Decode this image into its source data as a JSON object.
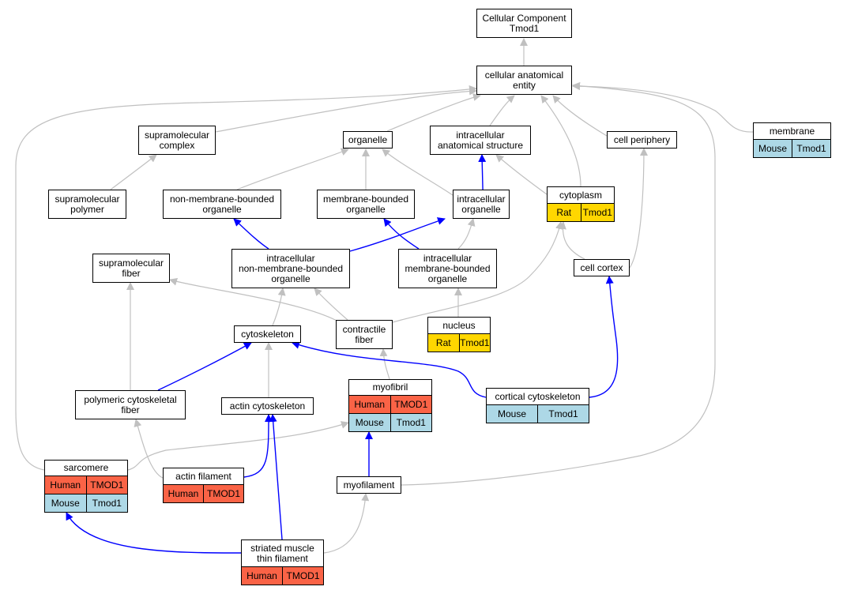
{
  "colors": {
    "is_a_edge": "#c0c0c0",
    "part_of_edge": "#0000ff",
    "Human": "#fa6346",
    "Mouse": "#add8e6",
    "Rat": "#ffd700"
  },
  "nodes": {
    "cellular_component": {
      "label": "Cellular Component\nTmod1"
    },
    "cellular_anatomical_entity": {
      "label": "cellular anatomical\nentity"
    },
    "supramolecular_complex": {
      "label": "supramolecular\ncomplex"
    },
    "organelle": {
      "label": "organelle"
    },
    "intracellular_anatomical_structure": {
      "label": "intracellular\nanatomical structure"
    },
    "cell_periphery": {
      "label": "cell periphery"
    },
    "membrane": {
      "label": "membrane",
      "species": [
        {
          "name": "Mouse",
          "gene": "Tmod1"
        }
      ]
    },
    "supramolecular_polymer": {
      "label": "supramolecular\npolymer"
    },
    "non_membrane_bounded_organelle": {
      "label": "non-membrane-bounded\norganelle"
    },
    "membrane_bounded_organelle": {
      "label": "membrane-bounded\norganelle"
    },
    "intracellular_organelle": {
      "label": "intracellular\norganelle"
    },
    "cytoplasm": {
      "label": "cytoplasm",
      "species": [
        {
          "name": "Rat",
          "gene": "Tmod1"
        }
      ]
    },
    "supramolecular_fiber": {
      "label": "supramolecular\nfiber"
    },
    "intracellular_non_membrane_bounded_organelle": {
      "label": "intracellular\nnon-membrane-bounded\norganelle"
    },
    "intracellular_membrane_bounded_organelle": {
      "label": "intracellular\nmembrane-bounded\norganelle"
    },
    "cell_cortex": {
      "label": "cell cortex"
    },
    "cytoskeleton": {
      "label": "cytoskeleton"
    },
    "contractile_fiber": {
      "label": "contractile\nfiber"
    },
    "nucleus": {
      "label": "nucleus",
      "species": [
        {
          "name": "Rat",
          "gene": "Tmod1"
        }
      ]
    },
    "polymeric_cytoskeletal_fiber": {
      "label": "polymeric cytoskeletal\nfiber"
    },
    "actin_cytoskeleton": {
      "label": "actin cytoskeleton"
    },
    "myofibril": {
      "label": "myofibril",
      "species": [
        {
          "name": "Human",
          "gene": "TMOD1"
        },
        {
          "name": "Mouse",
          "gene": "Tmod1"
        }
      ]
    },
    "cortical_cytoskeleton": {
      "label": "cortical cytoskeleton",
      "species": [
        {
          "name": "Mouse",
          "gene": "Tmod1"
        }
      ]
    },
    "sarcomere": {
      "label": "sarcomere",
      "species": [
        {
          "name": "Human",
          "gene": "TMOD1"
        },
        {
          "name": "Mouse",
          "gene": "Tmod1"
        }
      ]
    },
    "actin_filament": {
      "label": "actin filament",
      "species": [
        {
          "name": "Human",
          "gene": "TMOD1"
        }
      ]
    },
    "myofilament": {
      "label": "myofilament"
    },
    "striated_muscle_thin_filament": {
      "label": "striated muscle\nthin filament",
      "species": [
        {
          "name": "Human",
          "gene": "TMOD1"
        }
      ]
    }
  },
  "edges": [
    {
      "from": "cellular_anatomical_entity",
      "to": "cellular_component",
      "type": "is_a"
    },
    {
      "from": "supramolecular_complex",
      "to": "cellular_anatomical_entity",
      "type": "is_a"
    },
    {
      "from": "organelle",
      "to": "cellular_anatomical_entity",
      "type": "is_a"
    },
    {
      "from": "intracellular_anatomical_structure",
      "to": "cellular_anatomical_entity",
      "type": "is_a"
    },
    {
      "from": "cell_periphery",
      "to": "cellular_anatomical_entity",
      "type": "is_a"
    },
    {
      "from": "membrane",
      "to": "cellular_anatomical_entity",
      "type": "is_a"
    },
    {
      "from": "cytoplasm",
      "to": "cellular_anatomical_entity",
      "type": "is_a"
    },
    {
      "from": "sarcomere",
      "to": "cellular_anatomical_entity",
      "type": "is_a"
    },
    {
      "from": "myofilament",
      "to": "cellular_anatomical_entity",
      "type": "is_a"
    },
    {
      "from": "supramolecular_polymer",
      "to": "supramolecular_complex",
      "type": "is_a"
    },
    {
      "from": "non_membrane_bounded_organelle",
      "to": "organelle",
      "type": "is_a"
    },
    {
      "from": "membrane_bounded_organelle",
      "to": "organelle",
      "type": "is_a"
    },
    {
      "from": "intracellular_organelle",
      "to": "organelle",
      "type": "is_a"
    },
    {
      "from": "intracellular_organelle",
      "to": "intracellular_anatomical_structure",
      "type": "part_of"
    },
    {
      "from": "cytoplasm",
      "to": "intracellular_anatomical_structure",
      "type": "part_of"
    },
    {
      "from": "cell_cortex",
      "to": "cell_periphery",
      "type": "part_of"
    },
    {
      "from": "supramolecular_fiber",
      "to": "supramolecular_polymer",
      "type": "is_a"
    },
    {
      "from": "intracellular_non_membrane_bounded_organelle",
      "to": "non_membrane_bounded_organelle",
      "type": "is_a"
    },
    {
      "from": "intracellular_non_membrane_bounded_organelle",
      "to": "intracellular_organelle",
      "type": "is_a"
    },
    {
      "from": "intracellular_membrane_bounded_organelle",
      "to": "membrane_bounded_organelle",
      "type": "is_a"
    },
    {
      "from": "intracellular_membrane_bounded_organelle",
      "to": "intracellular_organelle",
      "type": "is_a"
    },
    {
      "from": "cell_cortex",
      "to": "cytoplasm",
      "type": "is_a"
    },
    {
      "from": "cytoskeleton",
      "to": "intracellular_non_membrane_bounded_organelle",
      "type": "is_a"
    },
    {
      "from": "contractile_fiber",
      "to": "intracellular_non_membrane_bounded_organelle",
      "type": "is_a"
    },
    {
      "from": "contractile_fiber",
      "to": "supramolecular_fiber",
      "type": "is_a"
    },
    {
      "from": "contractile_fiber",
      "to": "cytoplasm",
      "type": "part_of"
    },
    {
      "from": "nucleus",
      "to": "intracellular_membrane_bounded_organelle",
      "type": "is_a"
    },
    {
      "from": "polymeric_cytoskeletal_fiber",
      "to": "supramolecular_fiber",
      "type": "is_a"
    },
    {
      "from": "polymeric_cytoskeletal_fiber",
      "to": "cytoskeleton",
      "type": "part_of"
    },
    {
      "from": "actin_cytoskeleton",
      "to": "cytoskeleton",
      "type": "is_a"
    },
    {
      "from": "myofibril",
      "to": "contractile_fiber",
      "type": "is_a"
    },
    {
      "from": "cortical_cytoskeleton",
      "to": "cytoskeleton",
      "type": "is_a"
    },
    {
      "from": "cortical_cytoskeleton",
      "to": "cell_cortex",
      "type": "part_of"
    },
    {
      "from": "sarcomere",
      "to": "myofibril",
      "type": "part_of"
    },
    {
      "from": "actin_filament",
      "to": "polymeric_cytoskeletal_fiber",
      "type": "is_a"
    },
    {
      "from": "actin_filament",
      "to": "actin_cytoskeleton",
      "type": "part_of"
    },
    {
      "from": "myofilament",
      "to": "myofibril",
      "type": "part_of"
    },
    {
      "from": "striated_muscle_thin_filament",
      "to": "actin_cytoskeleton",
      "type": "part_of"
    },
    {
      "from": "striated_muscle_thin_filament",
      "to": "sarcomere",
      "type": "part_of"
    },
    {
      "from": "striated_muscle_thin_filament",
      "to": "myofilament",
      "type": "is_a"
    }
  ]
}
